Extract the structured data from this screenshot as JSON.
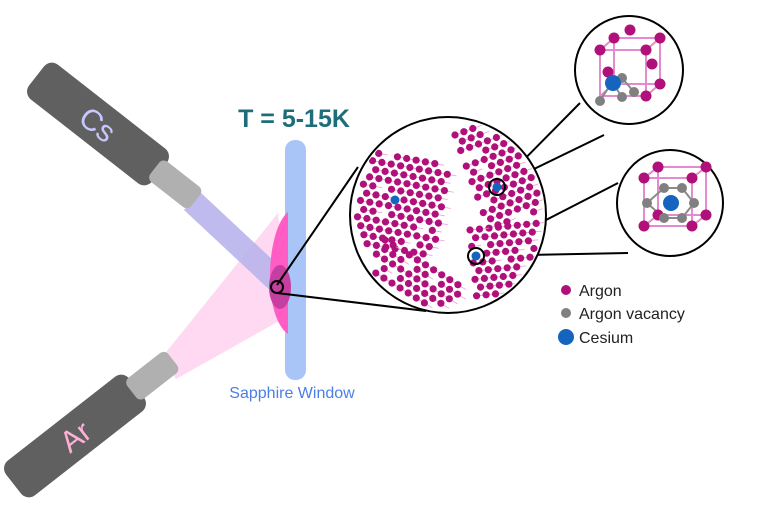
{
  "temperature_label": "T = 5-15K",
  "window_label": "Sapphire Window",
  "sources": {
    "top": "Cs",
    "bottom": "Ar"
  },
  "legend": [
    {
      "label": "Argon",
      "color": "#b0107a"
    },
    {
      "label": "Argon vacancy",
      "color": "#808080"
    },
    {
      "label": "Cesium",
      "color": "#1565c0"
    }
  ],
  "colors": {
    "temperature_text": "#1e6d7a",
    "window_text": "#4a7fe6",
    "window_fill": "#a9c4f7",
    "gun_body": "#606060",
    "nozzle": "#b0b0b0",
    "cs_beam": "#b9b4ec",
    "ar_cone": "#ffd8f2",
    "deposit": "#ff5cc4",
    "argon": "#b0107a",
    "vacancy": "#808080",
    "cesium": "#1565c0",
    "cell_edge": "#e48ad0"
  }
}
